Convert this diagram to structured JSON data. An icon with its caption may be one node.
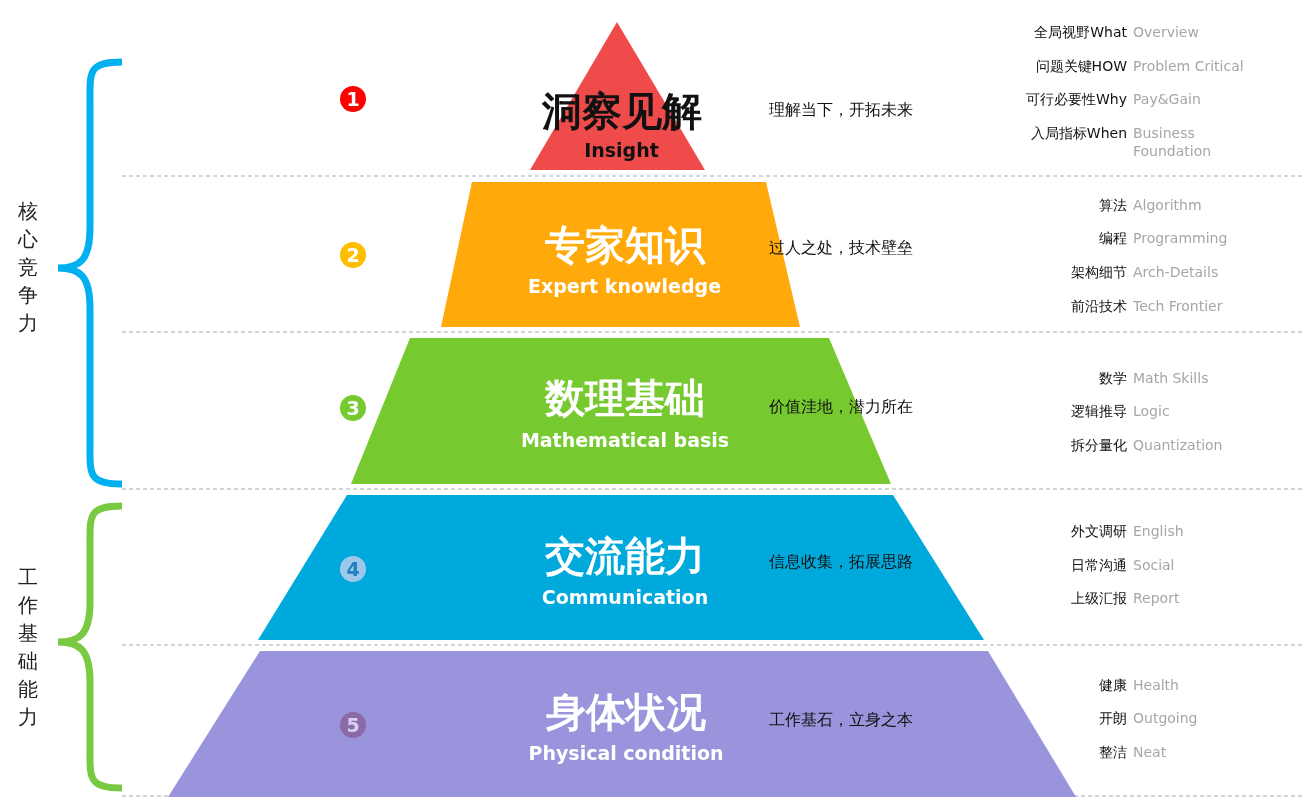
{
  "diagram": {
    "nodes": [
      {
        "text": [
          "洞察见解",
          "Insight"
        ],
        "beside": [
          "理解当下，开拓未来"
        ]
      },
      {
        "text": [
          "专家知识",
          "Expert knowledge",
          "过人之处，技术壁垒"
        ]
      },
      {
        "text": [
          "数理基础",
          "Mathematical basis",
          "价值洼地，潜力所在"
        ]
      },
      {
        "text": [
          "交流能力",
          "Communication",
          "信息收集，拓展思路"
        ]
      },
      {
        "text": [
          "身体状况",
          "Physical condition",
          "工作基石，立身之本"
        ]
      }
    ],
    "edges": [],
    "labels": [
      "核心竞争力",
      "工作基础能力",
      "1",
      "2",
      "3",
      "4",
      "5",
      "全局视野What",
      "Overview",
      "问题关键HOW",
      "Problem Critical",
      "可行必要性Why",
      "Pay&Gain",
      "入局指标When",
      "Business Foundation",
      "算法",
      "Algorithm",
      "编程",
      "Programming",
      "架构细节",
      "Arch-Details",
      "前沿技术",
      "Tech Frontier",
      "数学",
      "Math Skills",
      "逻辑推导",
      "Logic",
      "拆分量化",
      "Quantization",
      "外文调研",
      "English",
      "日常沟通",
      "Social",
      "上级汇报",
      "Report",
      "健康",
      "Health",
      "开朗",
      "Outgoing",
      "整洁",
      "Neat"
    ]
  }
}
